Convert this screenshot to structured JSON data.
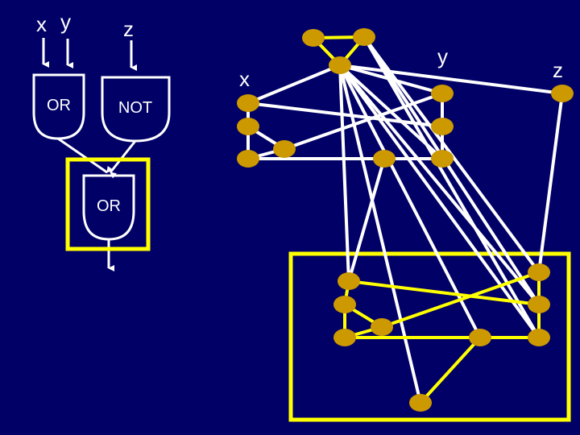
{
  "circuit": {
    "inputs": [
      "x",
      "y",
      "z"
    ],
    "gates": [
      "OR",
      "NOT",
      "OR"
    ]
  },
  "graph": {
    "labels": [
      "x",
      "y",
      "z"
    ]
  },
  "colors": {
    "background": "#000066",
    "node": "#cc9900",
    "highlight": "#ffff00",
    "edge": "#ffffff"
  }
}
